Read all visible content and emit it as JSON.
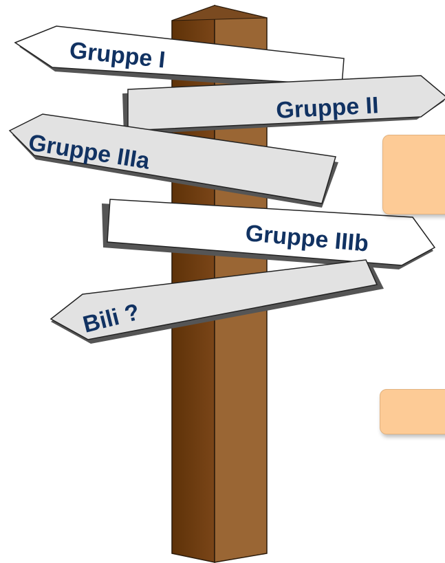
{
  "signpost": {
    "signs": [
      {
        "label": "Gruppe I"
      },
      {
        "label": "Gruppe II"
      },
      {
        "label": "Gruppe IIIa"
      },
      {
        "label": "Gruppe IIIb"
      },
      {
        "label": "Bili ?"
      }
    ]
  },
  "colors": {
    "sign_text": "#113262",
    "post_dark": "#6b3b10",
    "post_light": "#9a6634",
    "sign_white": "#ffffff",
    "sign_grey": "#e2e2e2",
    "box_fill": "#fdcb96"
  }
}
